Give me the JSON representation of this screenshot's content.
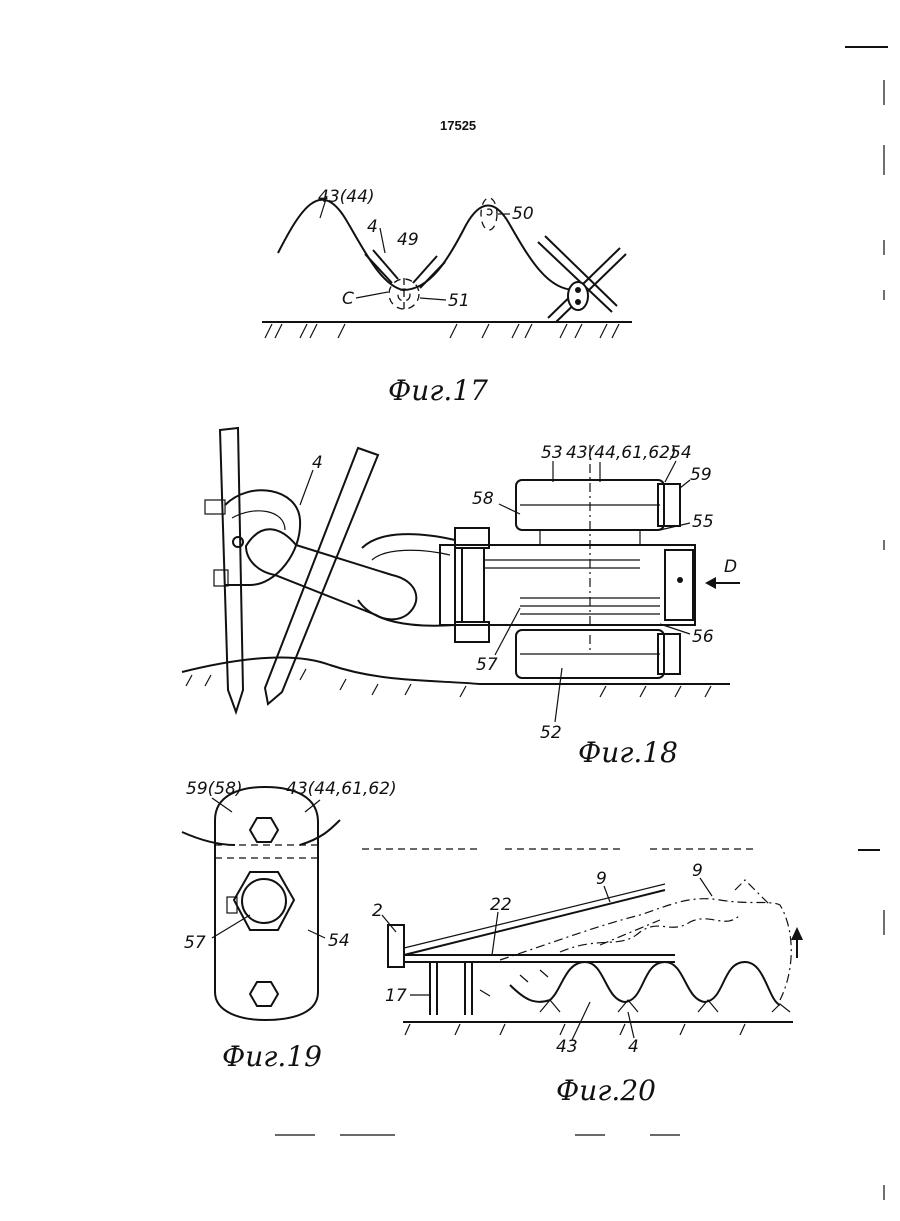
{
  "page_number": "17525",
  "figures": [
    {
      "caption": "Фиг.17",
      "labels": [
        "43(44)",
        "4",
        "49",
        "50",
        "C",
        "51"
      ]
    },
    {
      "caption": "Фиг.18",
      "labels": [
        "4",
        "53",
        "43(44,61,62)",
        "54",
        "59",
        "58",
        "55",
        "D",
        "56",
        "57",
        "52"
      ]
    },
    {
      "caption": "Фиг.19",
      "labels": [
        "59(58)",
        "43(44,61,62)",
        "57",
        "54"
      ]
    },
    {
      "caption": "Фиг.20",
      "labels": [
        "2",
        "22",
        "9",
        "9",
        "17",
        "43",
        "4"
      ]
    }
  ]
}
